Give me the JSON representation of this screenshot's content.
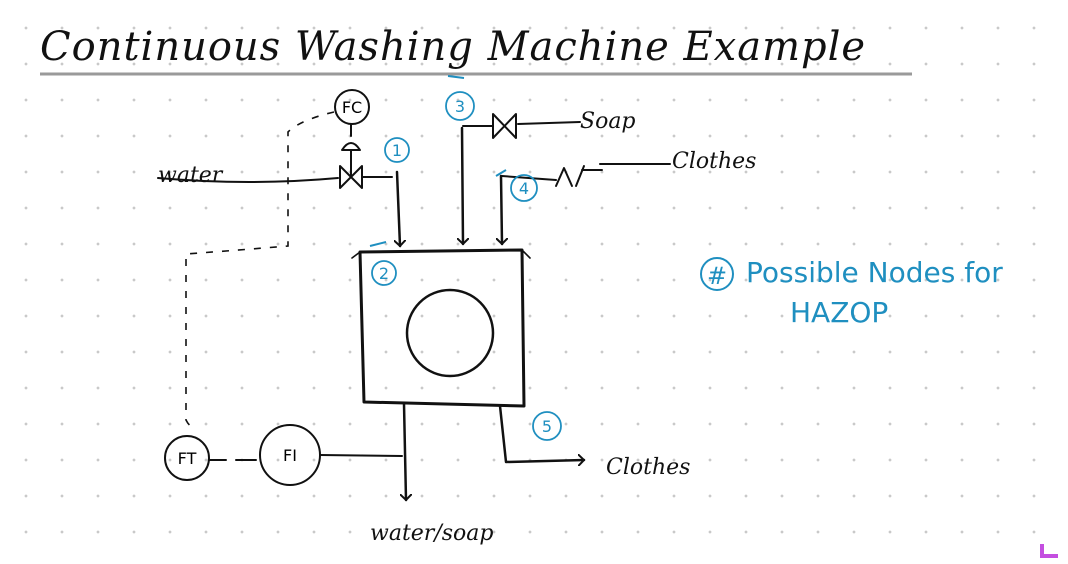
{
  "title": "Continuous Washing Machine Example",
  "labels": {
    "water": "water",
    "soap": "Soap",
    "clothes_in": "Clothes",
    "clothes_out": "Clothes",
    "outlet": "water/soap"
  },
  "instruments": {
    "fc": "FC",
    "ft": "FT",
    "fi": "FI"
  },
  "nodes": [
    "1",
    "2",
    "3",
    "4",
    "5"
  ],
  "legend": {
    "symbol": "#",
    "line1": "Possible Nodes for",
    "line2": "HAZOP"
  },
  "colors": {
    "ink": "#111111",
    "node_blue": "#1f8fc0",
    "corner_mark": "#c44ee0"
  }
}
